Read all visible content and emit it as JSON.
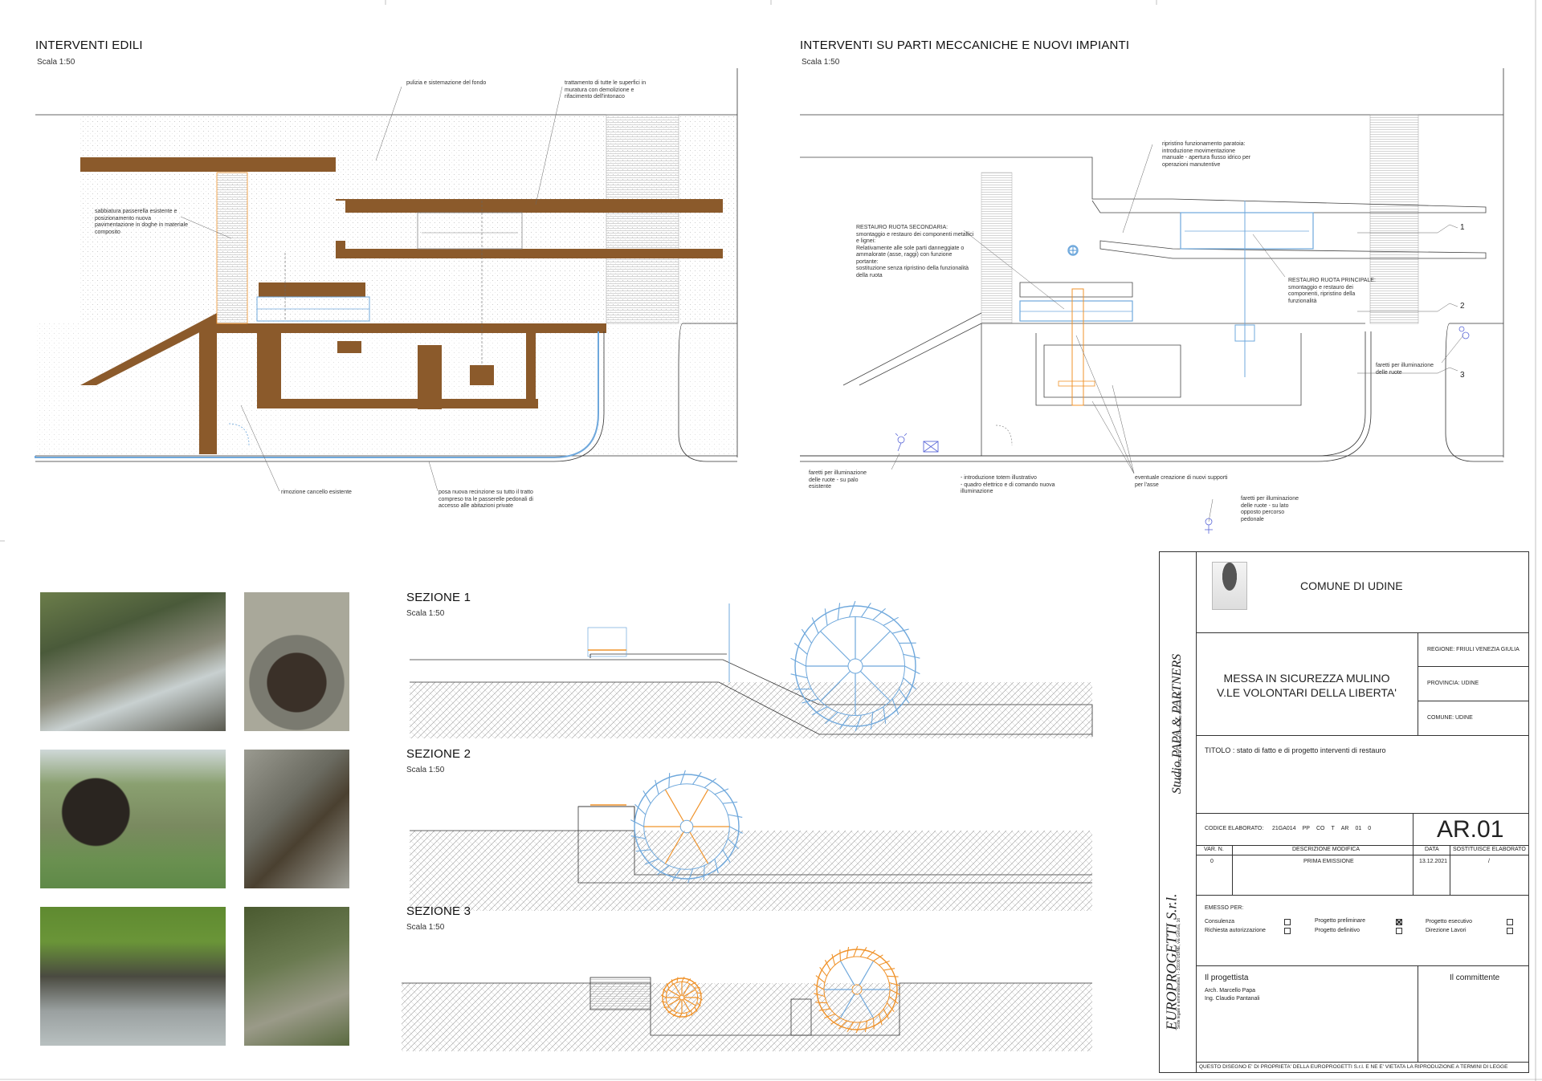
{
  "panels": {
    "edili": {
      "title": "INTERVENTI EDILI",
      "scale": "Scala 1:50"
    },
    "meccaniche": {
      "title": "INTERVENTI SU PARTI MECCANICHE E NUOVI IMPIANTI",
      "scale": "Scala 1:50"
    }
  },
  "notes_edili": {
    "n1": "pulizia e sistemazione del fondo",
    "n2": "trattamento di tutte le superfici in\nmuratura con demolizione e\nrifacimento dell'intonaco",
    "n3": "sabbiatura passerella esistente e\nposizionamento nuova\npavimentazione in doghe in materiale\ncomposito",
    "n4": "rimozione cancello esistente",
    "n5": "posa nuova recinzione su tutto il tratto\ncompreso tra le passerelle pedonali di\naccesso alle abitazioni private"
  },
  "notes_mecc": {
    "n1": "ripristino funzionamento paratoia:\nintroduzione movimentazione\nmanuale - apertura flusso idrico per\noperazioni manutentive",
    "n2": "RESTAURO RUOTA SECONDARIA:\nsmontaggio e restauro dei componenti metallici\ne lignei:\nRelativamente alle sole parti danneggiate o\nammalorate (asse, raggi) con funzione\nportante:\nsostituzione senza ripristino della funzionalità\ndella ruota",
    "n3": "RESTAURO RUOTA PRINCIPALE:\nsmontaggio e restauro dei\ncomponenti, ripristino della\nfunzionalità",
    "n4": "faretti per illuminazione\ndelle ruote",
    "n5": "faretti per illuminazione\ndelle ruote - su palo\nesistente",
    "n6": "- introduzione totem illustrativo\n- quadro elettrico e di comando nuova\nilluminazione",
    "n7": "eventuale creazione di nuovi supporti\nper l'asse",
    "n8": "faretti per illuminazione\ndelle ruote - su lato\nopposto percorso\npedonale",
    "m1": "1",
    "m2": "2",
    "m3": "3"
  },
  "sections": [
    {
      "title": "SEZIONE 1",
      "scale": "Scala 1:50"
    },
    {
      "title": "SEZIONE 2",
      "scale": "Scala 1:50"
    },
    {
      "title": "SEZIONE 3",
      "scale": "Scala 1:50"
    }
  ],
  "colors": {
    "wall": "#8b5a2b",
    "blue": "#6fa8dc",
    "orange": "#f0932b",
    "line": "#333333"
  },
  "titleblock": {
    "comune": "COMUNE DI UDINE",
    "studio": "Studio PAPA & PARTNERS",
    "studio_addr": "I - 34133 TRIESTE Via San Francesco d'Assisi, 14/1",
    "company": "EUROPROGETTI S.r.l.",
    "company_addr": "Sede legale e amministrativa: I - 33100 UDINE, via Gorizia, 16",
    "project": "MESSA IN SICUREZZA MULINO\nV.LE VOLONTARI DELLA LIBERTA'",
    "regione": "REGIONE: FRIULI VENEZIA GIULIA",
    "provincia": "PROVINCIA: UDINE",
    "comune_field": "COMUNE: UDINE",
    "titolo": "TITOLO :  stato di fatto e di progetto interventi di restauro",
    "codice_label": "CODICE ELABORATO:",
    "codice": [
      "21GA014",
      "PP",
      "CO",
      "T",
      "AR",
      "01",
      "0"
    ],
    "code_big": "AR.01",
    "headers": [
      "VAR. N.",
      "DESCRIZIONE MODIFICA",
      "DATA",
      "SOSTITUISCE ELABORATO"
    ],
    "row": [
      "0",
      "PRIMA EMISSIONE",
      "13.12.2021",
      "/"
    ],
    "emesso": "EMESSO PER:",
    "options": [
      {
        "label": "Consulenza",
        "checked": false
      },
      {
        "label": "Progetto preliminare",
        "checked": false
      },
      {
        "label": "Progetto esecutivo",
        "checked": false
      },
      {
        "label": "Richiesta autorizzazione",
        "checked": false
      },
      {
        "label": "Progetto definitivo",
        "checked": false
      },
      {
        "label": "Direzione Lavori",
        "checked": false
      }
    ],
    "progettista_label": "Il progettista",
    "progettisti": [
      "Arch. Marcello Papa",
      "Ing. Claudio Pantanali"
    ],
    "committente_label": "Il committente",
    "footer": "QUESTO  DISEGNO  E'  DI  PROPRIETA'  DELLA EUROPROGETTI S.r.l.  E  NE  E'  VIETATA  LA  RIPRODUZIONE  A  TERMINI  DI  LEGGE"
  }
}
